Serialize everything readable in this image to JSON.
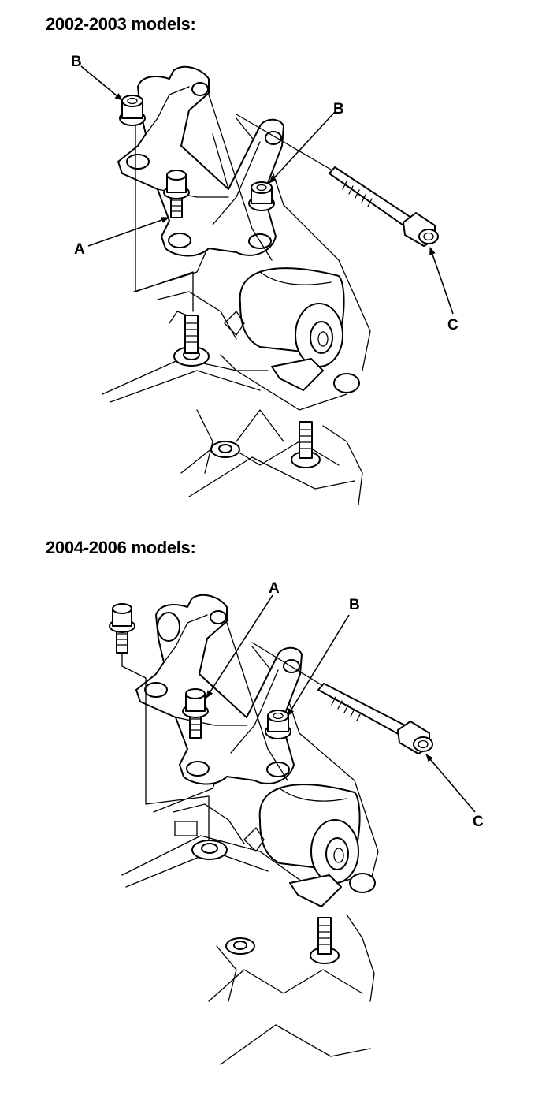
{
  "sections": [
    {
      "heading": "2002-2003 models:",
      "callouts": {
        "a": "A",
        "b1": "B",
        "b2": "B",
        "c": "C"
      }
    },
    {
      "heading": "2004-2006 models:",
      "callouts": {
        "a": "A",
        "b": "B",
        "c": "C"
      }
    }
  ]
}
